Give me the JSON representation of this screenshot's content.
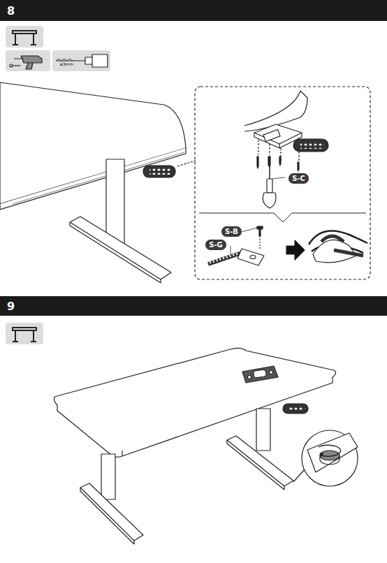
{
  "diagram": {
    "nodes": [
      {
        "text": [
          "8"
        ]
      },
      {
        "text": [
          "S-C"
        ]
      },
      {
        "text": [
          "S-B"
        ]
      },
      {
        "text": [
          "S-G"
        ]
      },
      {
        "text": [
          "9"
        ]
      }
    ],
    "labels": [
      "ø3mm"
    ]
  }
}
